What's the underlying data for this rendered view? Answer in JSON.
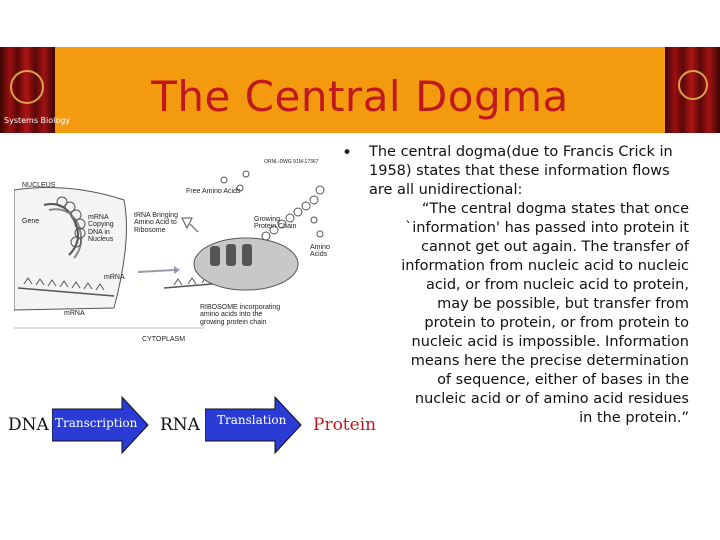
{
  "header": {
    "title": "The Central Dogma",
    "logo_text": "Systems Biology"
  },
  "figure": {
    "labels": {
      "nucleus": "NUCLEUS",
      "gene": "Gene",
      "mrna_copying": "mRNA\nCopying\nDNA in\nNucleus",
      "mrna": "mRNA",
      "mrna2": "mRNA",
      "free_amino_acids": "Free Amino Acids",
      "trna": "tRNA Bringing\nAmino Acid to\nRibosome",
      "growing_chain": "Growing\nProtein Chain",
      "amino_acids": "Amino\nAcids",
      "ribosome_note": "RIBOSOME incorporating\namino acids into the\ngrowing protein chain",
      "cytoplasm": "CYTOPLASM",
      "copyright": "ORNL-DWG 91M-17367"
    }
  },
  "flow": {
    "dna": "DNA",
    "transcription": "Transcription",
    "rna": "RNA",
    "translation": "Translation",
    "protein": "Protein",
    "colors": {
      "arrow": "#2a3bd6",
      "protein_text": "#c0181e"
    }
  },
  "text": {
    "bullet": "•",
    "para1": "The central dogma(due to Francis Crick in 1958) states that these information flows are all unidirectional:",
    "para2": "“The central dogma states that once `information' has passed into protein it cannot get out again. The transfer of information from nucleic acid to nucleic acid, or from nucleic acid to protein, may be possible, but transfer from protein to protein, or from protein to nucleic acid is impossible.  Information means here the precise determination of sequence, either of bases in the nucleic acid or of amino acid residues in the protein.”"
  },
  "colors": {
    "banner": "#f39a0e",
    "title": "#c0181e"
  }
}
